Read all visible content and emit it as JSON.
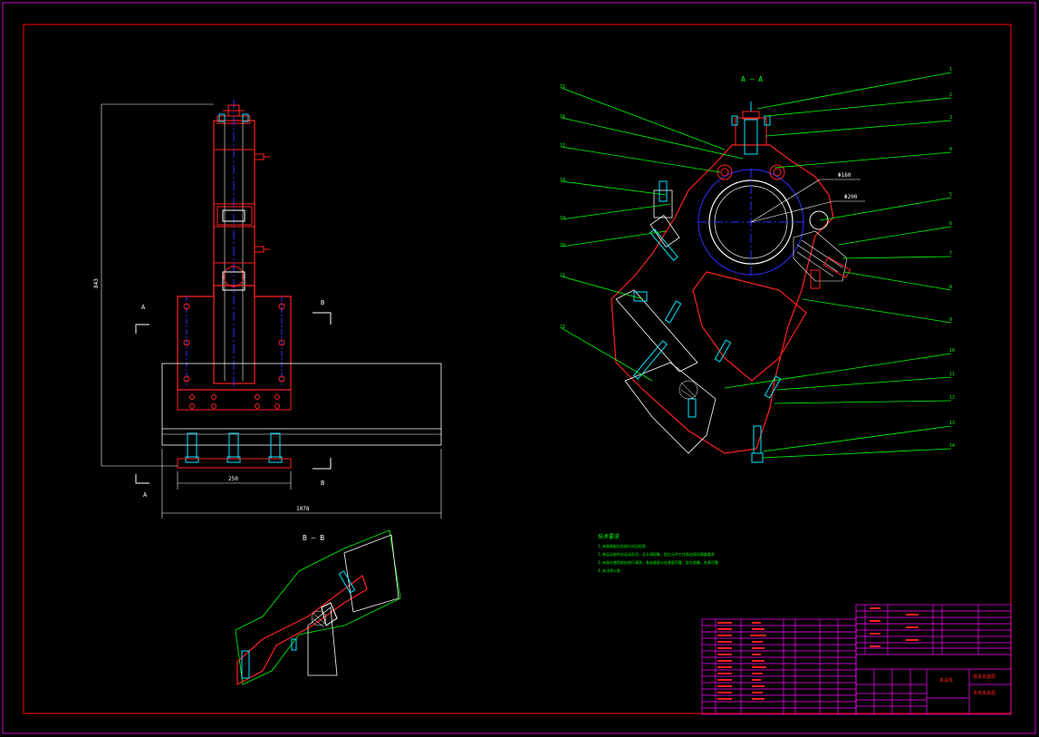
{
  "colors": {
    "frame_outer": "#cc00cc",
    "frame_inner": "#ff0000",
    "outline": "#ff2020",
    "object": "#ffffff",
    "center": "#3030ff",
    "leader": "#00ff00",
    "fastener": "#00e5ff",
    "dimension": "#ffffff",
    "table": "#ff00ff",
    "notes": "#00ff00"
  },
  "views": {
    "front": {
      "dim_height": "843",
      "dim_width": "250",
      "dim_base": "1078",
      "section_marker": "A",
      "section_marker_2": "B"
    },
    "section_aa": {
      "title": "A — A"
    },
    "section_bb": {
      "title": "B — B"
    }
  },
  "callouts_right": [
    "1",
    "2",
    "3",
    "4",
    "5",
    "6",
    "7",
    "8",
    "9",
    "10",
    "11",
    "12",
    "13",
    "14"
  ],
  "callouts_left": [
    "15",
    "16",
    "17",
    "18",
    "19",
    "20",
    "21",
    "22"
  ],
  "diameter_labels": [
    "Φ160",
    "Φ200"
  ],
  "notes": {
    "title": "技术要求",
    "lines": [
      "1.夹具装配后应进行试压检验",
      "2.各运动部件应运动灵活，无卡滞现象，定位元件工作面应保证精度要求",
      "3.夹具在使用前应进行清洗，各连接部分应紧固可靠，定位准确，夹紧可靠",
      "4.未注明公差"
    ]
  },
  "title_block": {
    "drawing_title": "铣夹具装配",
    "part_name": "夹具体",
    "company": "专用夹具图"
  }
}
